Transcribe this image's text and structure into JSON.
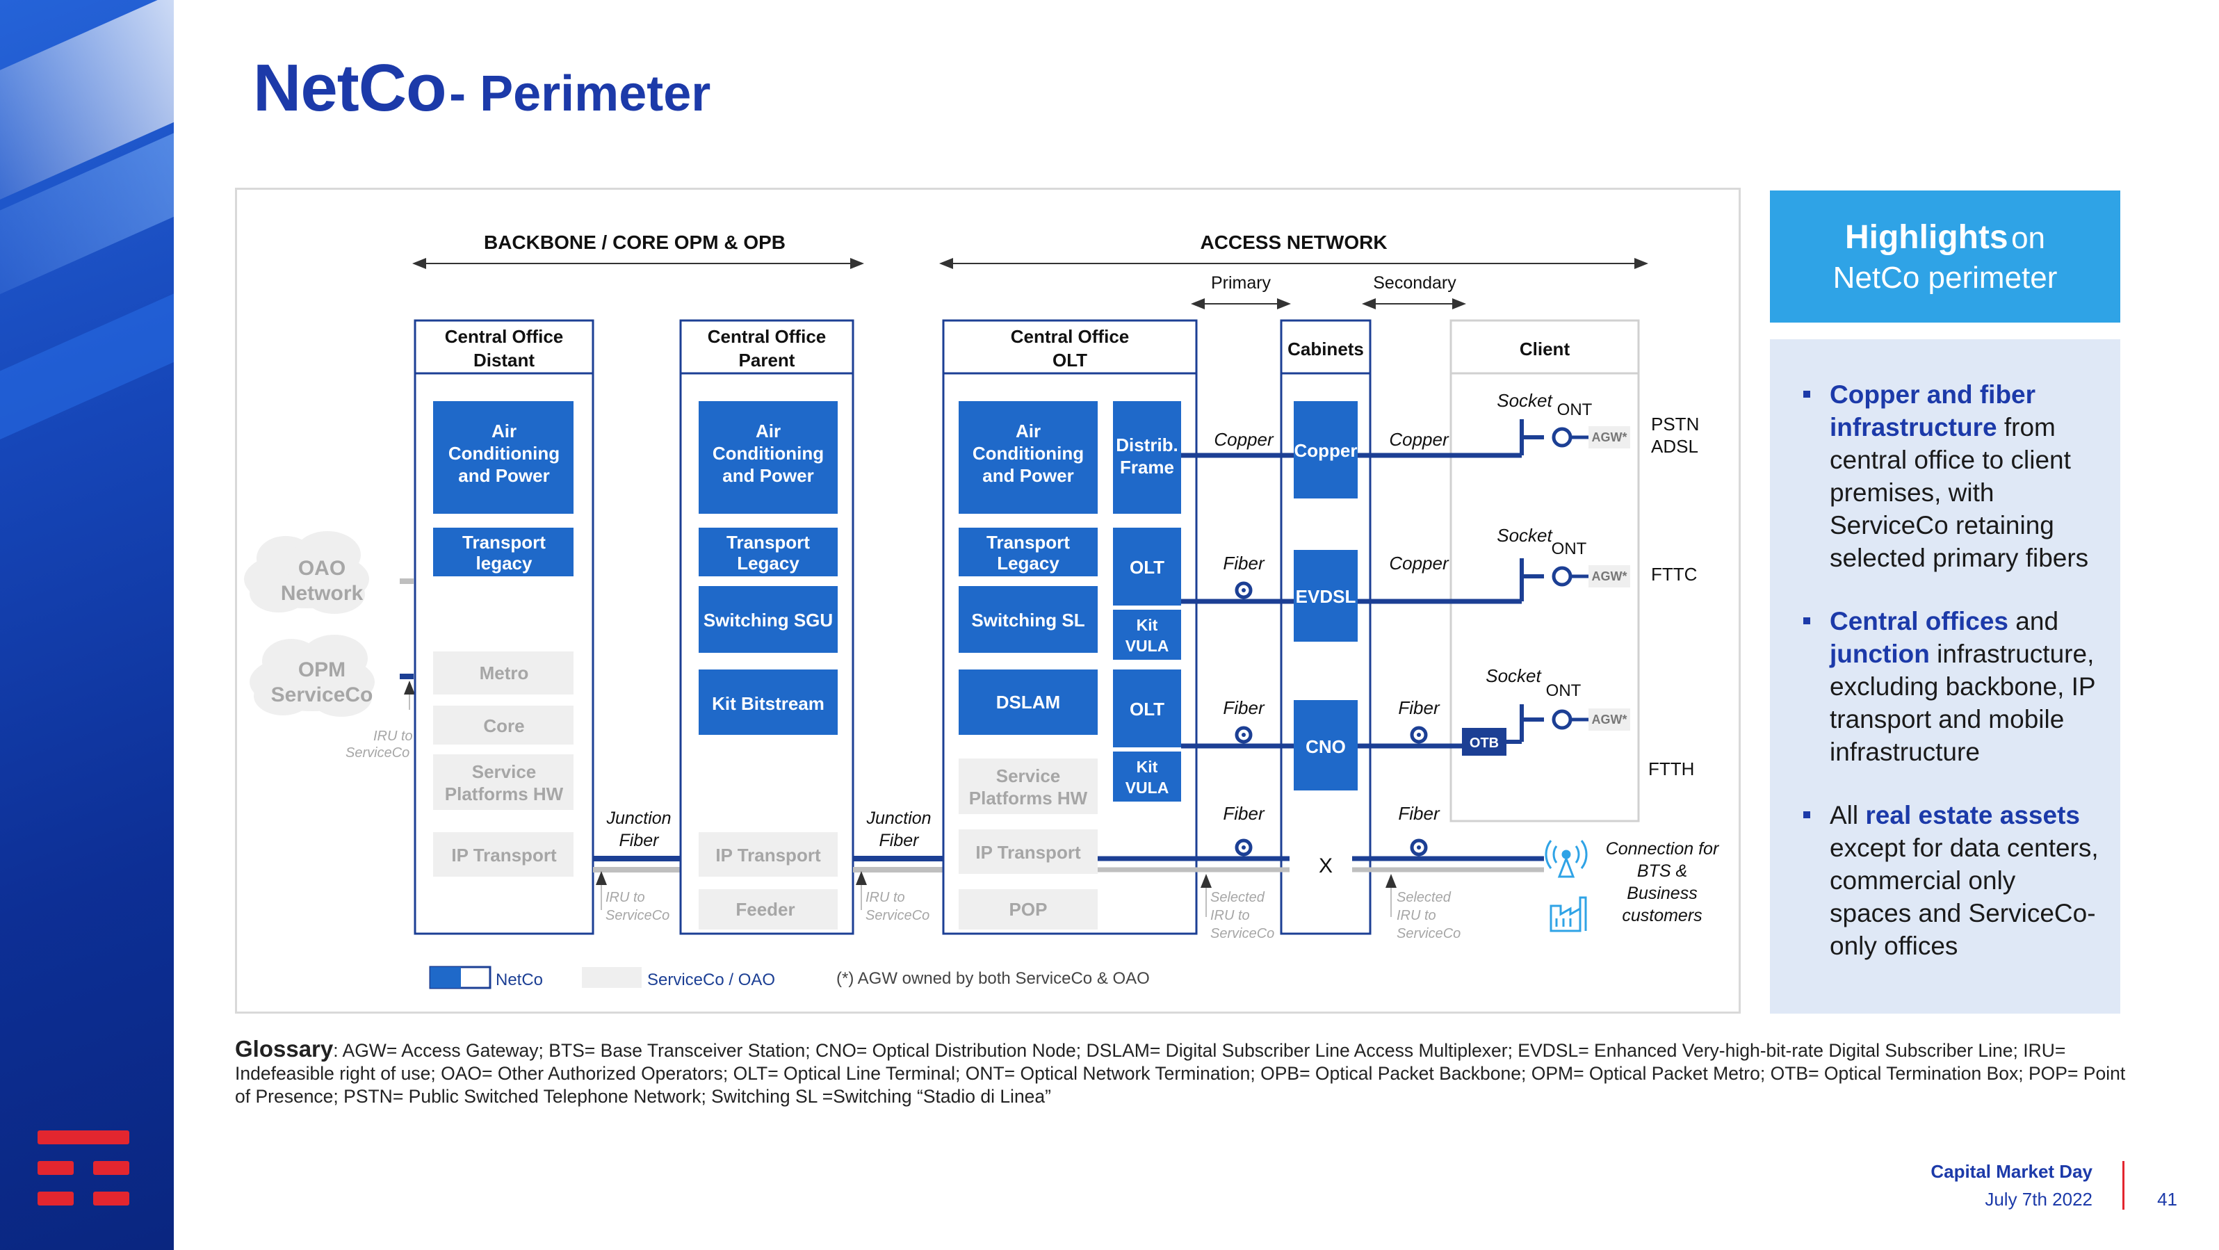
{
  "title": {
    "main": "NetCo",
    "sub": "- Perimeter"
  },
  "diagram": {
    "sections": {
      "backbone": "BACKBONE / CORE OPM & OPB",
      "access": "ACCESS NETWORK",
      "primary": "Primary",
      "secondary": "Secondary"
    },
    "clouds": {
      "oao_1": "OAO",
      "oao_2": "Network",
      "opm_1": "OPM",
      "opm_2": "ServiceCo"
    },
    "iru_left_1": "IRU to",
    "iru_left_2": "ServiceCo",
    "co_distant": {
      "h1": "Central Office",
      "h2": "Distant",
      "ac_1": "Air",
      "ac_2": "Conditioning",
      "ac_3": "and Power",
      "tl_1": "Transport",
      "tl_2": "legacy",
      "metro": "Metro",
      "core": "Core",
      "sp_1": "Service",
      "sp_2": "Platforms HW",
      "ipt": "IP Transport"
    },
    "junction": {
      "l1": "Junction",
      "l2": "Fiber",
      "iru1": "IRU to",
      "iru2": "ServiceCo"
    },
    "co_parent": {
      "h1": "Central Office",
      "h2": "Parent",
      "ac_1": "Air",
      "ac_2": "Conditioning",
      "ac_3": "and Power",
      "tl_1": "Transport",
      "tl_2": "Legacy",
      "sw": "Switching SGU",
      "kit": "Kit Bitstream",
      "ipt": "IP Transport",
      "feeder": "Feeder"
    },
    "co_olt": {
      "h1": "Central Office",
      "h2": "OLT",
      "ac_1": "Air",
      "ac_2": "Conditioning",
      "ac_3": "and Power",
      "tl_1": "Transport",
      "tl_2": "Legacy",
      "sw": "Switching SL",
      "dslam": "DSLAM",
      "sp_1": "Service",
      "sp_2": "Platforms HW",
      "ipt": "IP Transport",
      "pop": "POP",
      "df_1": "Distrib.",
      "df_2": "Frame",
      "olt": "OLT",
      "kit_1": "Kit",
      "kit_2": "VULA"
    },
    "cabinets": {
      "h": "Cabinets",
      "copper": "Copper",
      "evdsl": "EVDSL",
      "cno": "CNO"
    },
    "client": {
      "h": "Client",
      "socket": "Socket",
      "ont": "ONT",
      "agw": "AGW*",
      "otb": "OTB",
      "pstn": "PSTN",
      "adsl": "ADSL",
      "fttc": "FTTC",
      "ftth": "FTTH"
    },
    "links": {
      "copper": "Copper",
      "fiber": "Fiber",
      "x": "X",
      "sel_1": "Selected",
      "sel_2": "IRU to",
      "sel_3": "ServiceCo"
    },
    "connection": {
      "l1": "Connection for",
      "l2": "BTS &",
      "l3": "Business",
      "l4": "customers"
    },
    "legend": {
      "netco": "NetCo",
      "serviceco": "ServiceCo / OAO",
      "note": "(*)  AGW owned by both ServiceCo & OAO"
    }
  },
  "highlights": {
    "title_bold": "Highlights",
    "title_rest": "on",
    "title_line2": "NetCo perimeter",
    "b1_bold": "Copper and fiber infrastructure",
    "b1_text": "from central office to client premises, with ServiceCo retaining selected primary fibers",
    "b2_bold1": "Central offices",
    "b2_mid": "and",
    "b2_bold2": "junction",
    "b2_text": "infrastructure, excluding backbone, IP transport and mobile infrastructure",
    "b3_pre": "All",
    "b3_bold": "real estate assets",
    "b3_text": "except for data centers, commercial only spaces and ServiceCo-only offices"
  },
  "glossary": {
    "title": "Glossary",
    "text": ": AGW= Access Gateway; BTS= Base Transceiver Station; CNO= Optical Distribution Node; DSLAM= Digital Subscriber Line Access Multiplexer; EVDSL= Enhanced Very-high-bit-rate Digital Subscriber Line; IRU= Indefeasible right of use; OAO= Other Authorized Operators; OLT= Optical Line Terminal; ONT= Optical Network Termination; OPB= Optical Packet Backbone; OPM= Optical Packet Metro; OTB= Optical Termination Box; POP= Point of Presence; PSTN= Public Switched Telephone Network; Switching SL =Switching “Stadio di Linea”"
  },
  "footer": {
    "event": "Capital Market Day",
    "date": "July 7th  2022",
    "page": "41"
  },
  "colors": {
    "netco_blue": "#1f69c9",
    "navy": "#1c3aa9",
    "line_blue": "#1c3f94",
    "serviceco_gray": "#efefef",
    "accent_red": "#e3262f",
    "highlight_head": "#2fa3e6"
  }
}
